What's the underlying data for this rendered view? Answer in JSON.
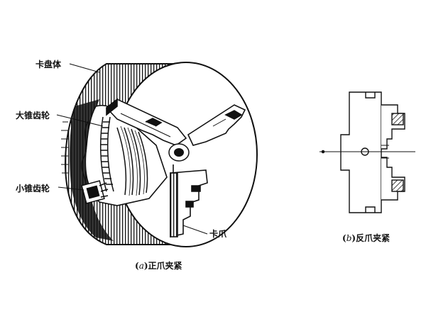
{
  "labels": {
    "chuck_body": "卡盘体",
    "large_bevel_gear": "大锥齿轮",
    "small_bevel_gear": "小锥齿轮",
    "jaw": "卡爪"
  },
  "captions": {
    "a_letter": "a",
    "a_text": "正爪夹紧",
    "b_letter": "b",
    "b_text": "反爪夹紧"
  },
  "colors": {
    "ink": "#111111",
    "paper": "#ffffff"
  }
}
